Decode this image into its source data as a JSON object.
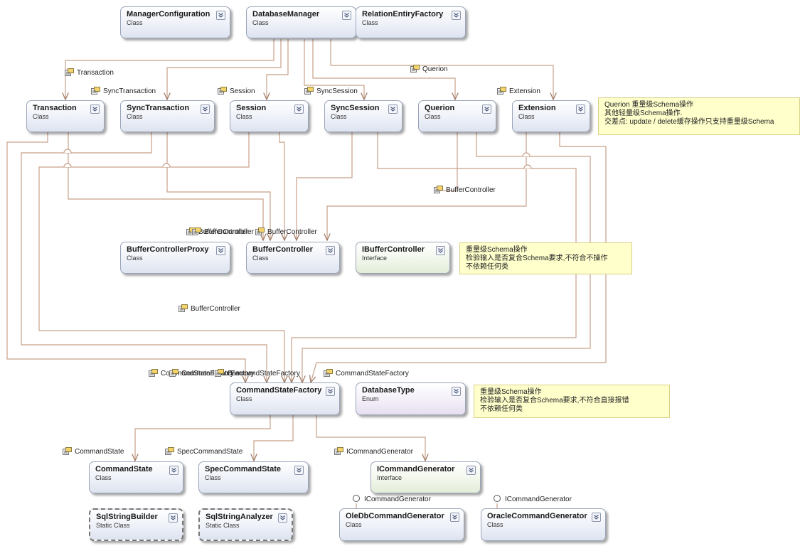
{
  "shapes": {
    "manager_configuration": {
      "name": "ManagerConfiguration",
      "kind": "Class"
    },
    "database_manager": {
      "name": "DatabaseManager",
      "kind": "Class"
    },
    "relation_entiry_factory": {
      "name": "RelationEntiryFactory",
      "kind": "Class"
    },
    "transaction": {
      "name": "Transaction",
      "kind": "Class"
    },
    "sync_transaction": {
      "name": "SyncTransaction",
      "kind": "Class"
    },
    "session": {
      "name": "Session",
      "kind": "Class"
    },
    "sync_session": {
      "name": "SyncSession",
      "kind": "Class"
    },
    "querion": {
      "name": "Querion",
      "kind": "Class"
    },
    "extension": {
      "name": "Extension",
      "kind": "Class"
    },
    "buffer_controller_proxy": {
      "name": "BufferControllerProxy",
      "kind": "Class"
    },
    "buffer_controller": {
      "name": "BufferController",
      "kind": "Class"
    },
    "ibuffer_controller": {
      "name": "IBufferController",
      "kind": "Interface"
    },
    "command_state_factory": {
      "name": "CommandStateFactory",
      "kind": "Class"
    },
    "database_type": {
      "name": "DatabaseType",
      "kind": "Enum"
    },
    "command_state": {
      "name": "CommandState",
      "kind": "Class"
    },
    "spec_command_state": {
      "name": "SpecCommandState",
      "kind": "Class"
    },
    "icommand_generator": {
      "name": "ICommandGenerator",
      "kind": "Interface"
    },
    "sql_string_builder": {
      "name": "SqlStringBuilder",
      "kind": "Static Class"
    },
    "sql_string_analyzer": {
      "name": "SqlStringAnalyzer",
      "kind": "Static Class"
    },
    "oledb_command_generator": {
      "name": "OleDbCommandGenerator",
      "kind": "Class"
    },
    "oracle_command_generator": {
      "name": "OracleCommandGenerator",
      "kind": "Class"
    }
  },
  "association_labels": {
    "transaction": "Transaction",
    "sync_transaction": "SyncTransaction",
    "session": "Session",
    "sync_session": "SyncSession",
    "querion": "Querion",
    "extension": "Extension",
    "buffer_controller_mid": "BufferController",
    "buffer_controller_a": "BufferController",
    "buffer_controller_b": "BufferController",
    "buffer_controller_c": "BufferController",
    "buffer_controller_lower": "BufferController",
    "csf_a": "CommandStateFactory",
    "csf_b": "CommandStateFactory",
    "csf_c": "CommandStateFactory",
    "csf_right": "CommandStateFactory",
    "command_state": "CommandState",
    "spec_command_state": "SpecCommandState",
    "icommand_generator": "ICommandGenerator"
  },
  "lollipop_labels": {
    "oledb": "ICommandGenerator",
    "oracle": "ICommandGenerator"
  },
  "notes": {
    "querion_note": {
      "line1": "Querion 重量级Schema操作",
      "line2": "其他轻量级Schema操作.",
      "line3": "交差点: update / delete缓存操作只支持重量级Schema"
    },
    "buffer_note": {
      "line1": "重量级Schema操作",
      "line2": "检验输入是否复合Schema要求,不符合不操作",
      "line3": "不依赖任何类"
    },
    "csf_note": {
      "line1": "重量级Schema操作",
      "line2": "检验输入是否复合Schema要求,不符合直接报错",
      "line3": "不依赖任何类"
    }
  },
  "colors": {
    "connector": "#c8a088",
    "note_fill": "#ffffcc",
    "shape_border": "#9aa4b8"
  }
}
